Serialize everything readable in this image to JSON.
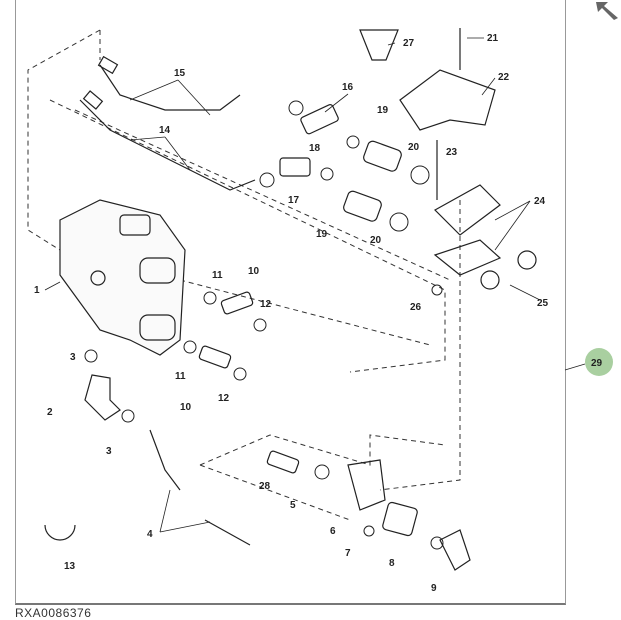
{
  "figure_id": "RXA0086376",
  "callout_badge": {
    "label": "29",
    "color": "#a9cfa0"
  },
  "callouts": [
    "27",
    "21",
    "22",
    "15",
    "16",
    "14",
    "19",
    "20",
    "18",
    "23",
    "17",
    "24",
    "19",
    "20",
    "1",
    "11",
    "10",
    "12",
    "25",
    "26",
    "3",
    "11",
    "10",
    "12",
    "2",
    "3",
    "28",
    "5",
    "6",
    "7",
    "8",
    "4",
    "13",
    "9"
  ],
  "icons": {
    "corner": "collapse-arrow-icon"
  }
}
